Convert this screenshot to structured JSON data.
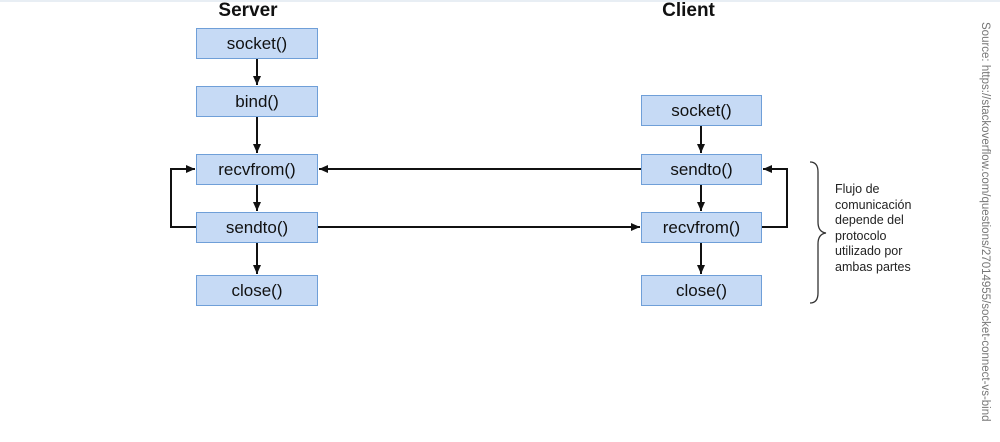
{
  "server": {
    "title": "Server",
    "boxes": [
      "socket()",
      "bind()",
      "recvfrom()",
      "sendto()",
      "close()"
    ]
  },
  "client": {
    "title": "Client",
    "boxes": [
      "socket()",
      "sendto()",
      "recvfrom()",
      "close()"
    ]
  },
  "note": {
    "lines": [
      "Flujo de",
      "comunicación",
      "depende del",
      "protocolo",
      "utilizado por",
      "ambas partes"
    ]
  },
  "source": "Source: https://stackoverflow.com/questions/27014955/socket-connect-vs-bind",
  "colors": {
    "box_fill": "#c6daf5",
    "box_border": "#6f9fd8",
    "arrow": "#111111"
  }
}
